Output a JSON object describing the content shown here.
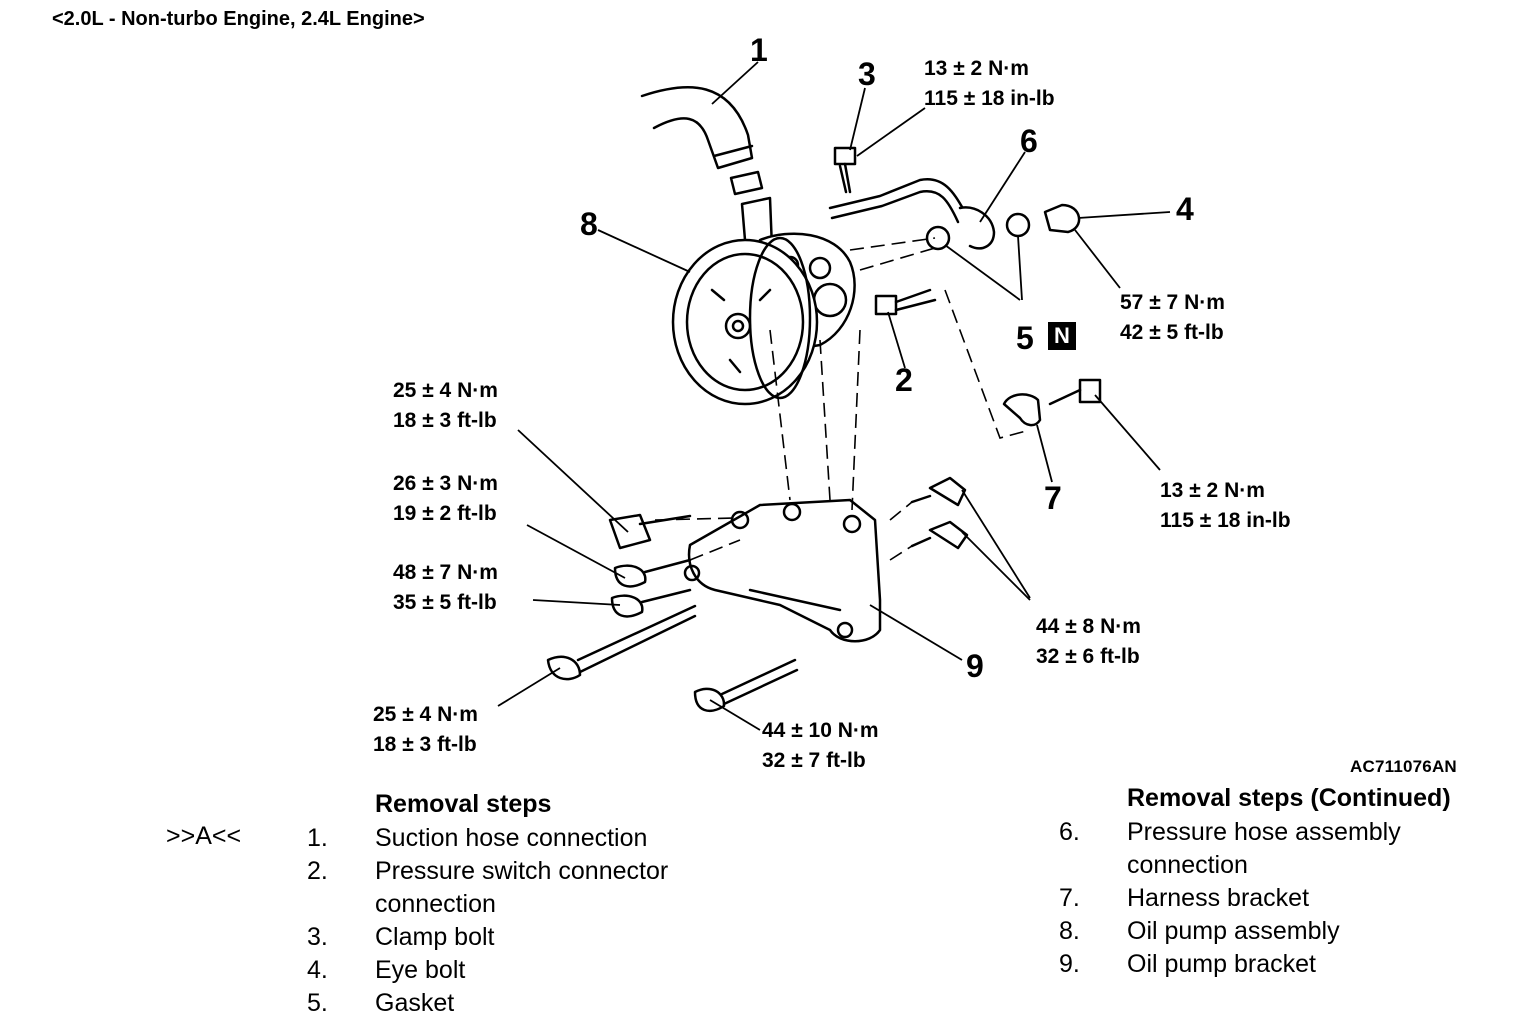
{
  "title": "<2.0L - Non-turbo Engine, 2.4L Engine>",
  "figure_code": "AC711076AN",
  "callouts": [
    "1",
    "2",
    "3",
    "4",
    "5",
    "6",
    "7",
    "8",
    "9"
  ],
  "new_part_badge": "N",
  "torque_specs": {
    "clamp_bolt": {
      "metric": "13 ± 2 N·m",
      "imperial": "115 ± 18 in-lb"
    },
    "eye_bolt": {
      "metric": "57 ± 7 N·m",
      "imperial": "42 ± 5 ft-lb"
    },
    "harness_bracket_bolt": {
      "metric": "13 ± 2 N·m",
      "imperial": "115 ± 18 in-lb"
    },
    "bolt_a": {
      "metric": "25 ± 4 N·m",
      "imperial": "18 ± 3 ft-lb"
    },
    "bolt_b": {
      "metric": "26 ± 3 N·m",
      "imperial": "19 ± 2 ft-lb"
    },
    "bolt_c": {
      "metric": "48 ± 7 N·m",
      "imperial": "35 ± 5 ft-lb"
    },
    "long_bolt": {
      "metric": "25 ± 4 N·m",
      "imperial": "18 ± 3 ft-lb"
    },
    "bracket_bolts": {
      "metric": "44 ± 8 N·m",
      "imperial": "32 ± 6 ft-lb"
    },
    "lower_bolt": {
      "metric": "44 ± 10 N·m",
      "imperial": "32 ± 7 ft-lb"
    }
  },
  "removal_steps": {
    "heading": "Removal steps",
    "marker": ">>A<<",
    "items": [
      {
        "num": "1.",
        "text": "Suction hose connection"
      },
      {
        "num": "2.",
        "text": "Pressure switch connector\nconnection"
      },
      {
        "num": "3.",
        "text": "Clamp bolt"
      },
      {
        "num": "4.",
        "text": "Eye bolt"
      },
      {
        "num": "5.",
        "text": "Gasket"
      }
    ]
  },
  "removal_steps_continued": {
    "heading": "Removal steps (Continued)",
    "items": [
      {
        "num": "6.",
        "text": "Pressure hose assembly\nconnection"
      },
      {
        "num": "7.",
        "text": "Harness bracket"
      },
      {
        "num": "8.",
        "text": "Oil pump assembly"
      },
      {
        "num": "9.",
        "text": "Oil pump bracket"
      }
    ]
  }
}
